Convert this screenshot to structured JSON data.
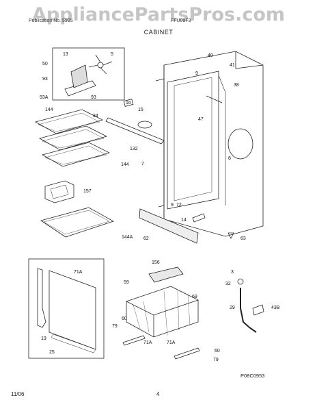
{
  "watermark": "AppliancePartsPros.com",
  "header": {
    "left": "Publication No. 5995",
    "right": "FFU09F3"
  },
  "section_title": "CABINET",
  "footer": {
    "date": "11/06",
    "page": "4"
  },
  "diagram_code": "P08C0953",
  "part_labels": [
    "13",
    "5",
    "50",
    "93",
    "93",
    "93A",
    "40",
    "41",
    "9",
    "38",
    "16",
    "15",
    "34",
    "144",
    "47",
    "132",
    "7",
    "8",
    "144",
    "157",
    "72",
    "9",
    "14",
    "144A",
    "62",
    "63",
    "156",
    "3",
    "71A",
    "59",
    "69",
    "32",
    "60",
    "79",
    "29",
    "43B",
    "19",
    "71A",
    "25",
    "71A",
    "60",
    "79"
  ]
}
